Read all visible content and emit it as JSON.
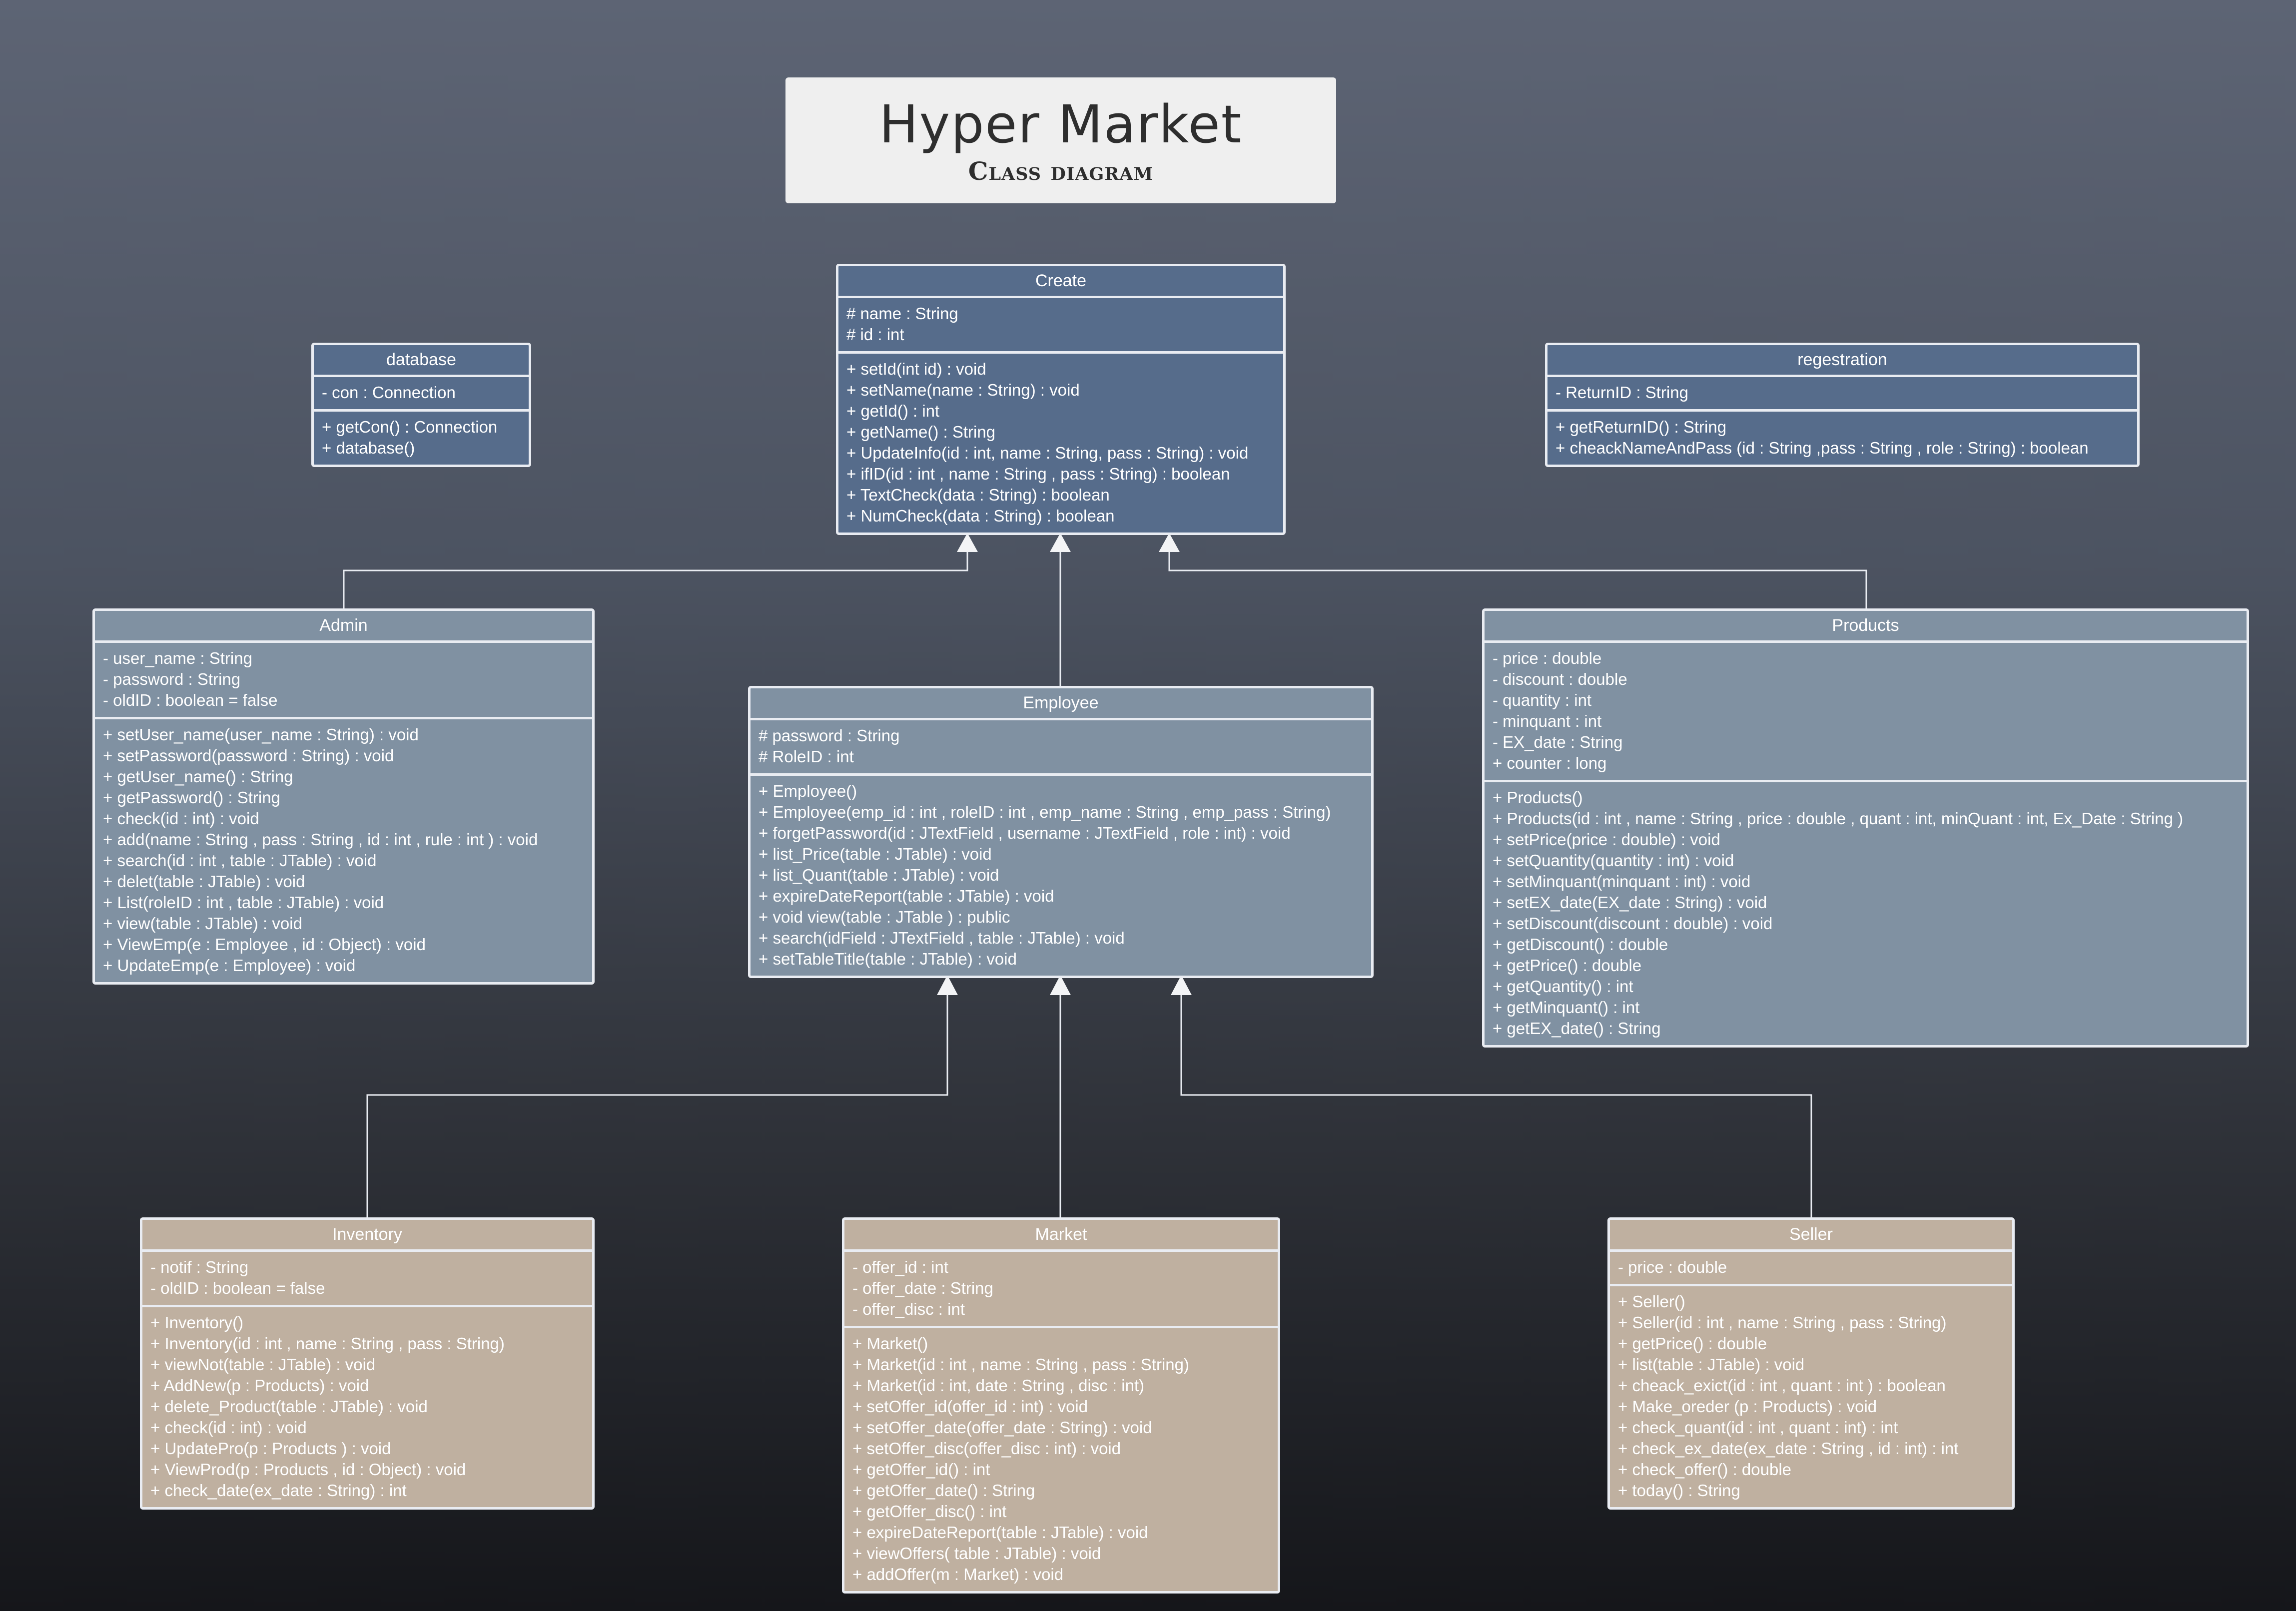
{
  "title": {
    "main": "Hyper Market",
    "sub": "Class diagram"
  },
  "colors": {
    "core": "#566c8b",
    "mid": "#8091a2",
    "leaf": "#bfb0a0",
    "border": "#e9ecf2"
  },
  "classes": {
    "create": {
      "name": "Create",
      "attributes": [
        "# name : String",
        "# id : int"
      ],
      "methods": [
        "+ setId(int id) : void",
        "+ setName(name : String) : void",
        "+ getId() : int",
        "+ getName() : String",
        "+ UpdateInfo(id : int, name : String, pass : String) : void",
        "+ ifID(id : int , name : String , pass : String) : boolean",
        "+ TextCheck(data : String) : boolean",
        "+ NumCheck(data : String) : boolean"
      ]
    },
    "database": {
      "name": "database",
      "attributes": [
        "- con : Connection"
      ],
      "methods": [
        "+ getCon() : Connection",
        "+ database()"
      ]
    },
    "regestration": {
      "name": "regestration",
      "attributes": [
        "- ReturnID : String"
      ],
      "methods": [
        "+ getReturnID() : String",
        "+ cheackNameAndPass (id : String ,pass : String , role : String) : boolean"
      ]
    },
    "admin": {
      "name": "Admin",
      "attributes": [
        "- user_name : String",
        "- password : String",
        "- oldID : boolean = false"
      ],
      "methods": [
        "+ setUser_name(user_name : String) : void",
        "+ setPassword(password : String) : void",
        "+ getUser_name() : String",
        "+ getPassword() : String",
        "+ check(id : int) : void",
        "+ add(name : String , pass : String ,  id : int ,  rule : int ) : void",
        "+  search(id : int , table : JTable) : void",
        "+ delet(table : JTable) : void",
        "+ List(roleID : int , table : JTable) : void",
        "+ view(table : JTable) : void",
        "+ ViewEmp(e : Employee ,  id : Object) : void",
        "+ UpdateEmp(e : Employee) : void"
      ]
    },
    "employee": {
      "name": "Employee",
      "attributes": [
        "# password : String",
        "# RoleID : int"
      ],
      "methods": [
        "+ Employee()",
        "+ Employee(emp_id : int , roleID : int , emp_name : String , emp_pass : String)",
        "+ forgetPassword(id : JTextField ,  username : JTextField , role : int) : void",
        "+ list_Price(table : JTable) : void",
        "+ list_Quant(table : JTable) : void",
        "+ expireDateReport(table : JTable) : void",
        "+ void view(table : JTable ) : public",
        "+ search(idField : JTextField ,  table : JTable) : void",
        "+ setTableTitle(table : JTable) : void"
      ]
    },
    "products": {
      "name": "Products",
      "attributes": [
        "- price : double",
        "- discount : double",
        "- quantity : int",
        "- minquant : int",
        "- EX_date : String",
        "+ counter : long"
      ],
      "methods": [
        "+ Products()",
        "+ Products(id : int ,  name : String ,  price : double , quant : int, minQuant : int, Ex_Date : String )",
        "+ setPrice(price : double) : void",
        "+ setQuantity(quantity : int) : void",
        "+ setMinquant(minquant : int) : void",
        "+ setEX_date(EX_date : String) : void",
        "+ setDiscount(discount : double) :  void",
        "+ getDiscount() : double",
        "+ getPrice() : double",
        "+ getQuantity() : int",
        "+ getMinquant() : int",
        "+ getEX_date() : String"
      ]
    },
    "inventory": {
      "name": "Inventory",
      "attributes": [
        "- notif : String",
        "- oldID : boolean = false"
      ],
      "methods": [
        "+ Inventory()",
        "+ Inventory(id : int , name : String ,  pass : String)",
        "+ viewNot(table : JTable) : void",
        "+ AddNew(p : Products) : void",
        "+ delete_Product(table : JTable) : void",
        "+ check(id : int) : void",
        "+ UpdatePro(p : Products ) : void",
        "+ ViewProd(p : Products , id : Object) : void",
        "+ check_date(ex_date : String) : int"
      ]
    },
    "market": {
      "name": "Market",
      "attributes": [
        "- offer_id : int",
        "- offer_date : String",
        "- offer_disc : int"
      ],
      "methods": [
        "+ Market()",
        "+ Market(id : int , name : String , pass : String)",
        "+ Market(id : int, date : String , disc : int)",
        "+ setOffer_id(offer_id : int) : void",
        "+ setOffer_date(offer_date : String) : void",
        "+ setOffer_disc(offer_disc : int) : void",
        "+ getOffer_id() : int",
        "+ getOffer_date() : String",
        "+ getOffer_disc() : int",
        "+ expireDateReport(table : JTable) : void",
        "+ viewOffers( table : JTable) : void",
        "+ addOffer(m : Market) : void"
      ]
    },
    "seller": {
      "name": "Seller",
      "attributes": [
        "- price : double"
      ],
      "methods": [
        "+ Seller()",
        "+ Seller(id : int , name : String , pass : String)",
        "+ getPrice() : double",
        "+ list(table : JTable) : void",
        "+ cheack_exict(id : int , quant : int ) : boolean",
        "+ Make_oreder (p : Products) : void",
        "+ check_quant(id : int , quant : int) : int",
        "+ check_ex_date(ex_date : String , id : int) : int",
        "+ check_offer() : double",
        "+ today() : String"
      ]
    }
  },
  "relations": [
    {
      "type": "inheritance",
      "from": "Admin",
      "to": "Create"
    },
    {
      "type": "inheritance",
      "from": "Employee",
      "to": "Create"
    },
    {
      "type": "inheritance",
      "from": "Products",
      "to": "Create"
    },
    {
      "type": "inheritance",
      "from": "Inventory",
      "to": "Employee"
    },
    {
      "type": "inheritance",
      "from": "Market",
      "to": "Employee"
    },
    {
      "type": "inheritance",
      "from": "Seller",
      "to": "Employee"
    }
  ]
}
